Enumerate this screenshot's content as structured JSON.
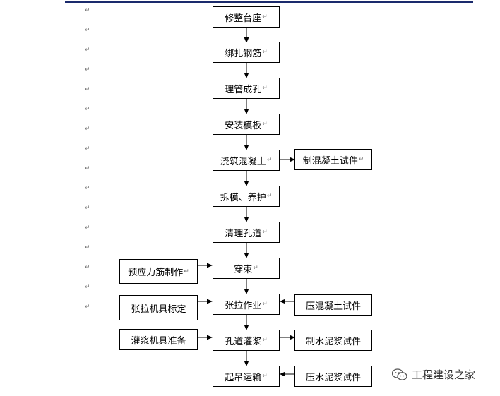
{
  "main_flow": [
    {
      "id": "m1",
      "label": "修整台座"
    },
    {
      "id": "m2",
      "label": "绑扎钢筋"
    },
    {
      "id": "m3",
      "label": "理管成孔"
    },
    {
      "id": "m4",
      "label": "安装模板"
    },
    {
      "id": "m5",
      "label": "浇筑混凝土"
    },
    {
      "id": "m6",
      "label": "拆模、养护"
    },
    {
      "id": "m7",
      "label": "清理孔道"
    },
    {
      "id": "m8",
      "label": "穿束"
    },
    {
      "id": "m9",
      "label": "张拉作业"
    },
    {
      "id": "m10",
      "label": "孔道灌浆"
    },
    {
      "id": "m11",
      "label": "起吊运输"
    }
  ],
  "side_boxes": {
    "concrete_specimen": "制混凝土试件",
    "prestress_fabrication": "预应力筋制作",
    "tension_calibration": "张拉机具标定",
    "pressed_specimen": "压混凝土试件",
    "grouting_prep": "灌浆机具准备",
    "grout_specimen": "制水泥浆试件",
    "grout_press": "压水泥浆试件"
  },
  "paragraph_mark": "↵",
  "watermark": {
    "text": "工程建设之家",
    "icon": "wechat-icon"
  }
}
